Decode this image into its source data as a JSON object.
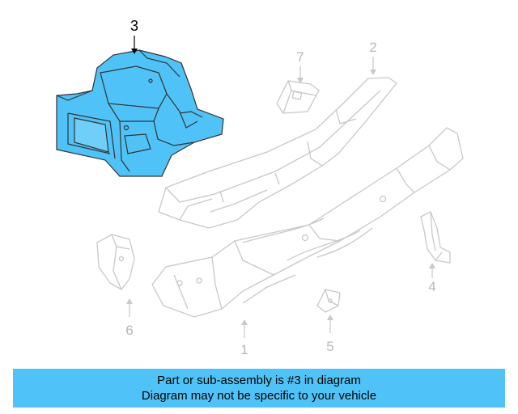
{
  "diagram": {
    "callouts": [
      {
        "id": "3",
        "label": "3",
        "highlighted": true
      },
      {
        "id": "7",
        "label": "7",
        "highlighted": false
      },
      {
        "id": "2",
        "label": "2",
        "highlighted": false
      },
      {
        "id": "6",
        "label": "6",
        "highlighted": false
      },
      {
        "id": "1",
        "label": "1",
        "highlighted": false
      },
      {
        "id": "5",
        "label": "5",
        "highlighted": false
      },
      {
        "id": "4",
        "label": "4",
        "highlighted": false
      }
    ],
    "highlight_color": "#4fc3f7",
    "line_color": "#c8c8c8"
  },
  "banner": {
    "line1": "Part or sub-assembly is #3 in diagram",
    "line2": "Diagram may not be specific to your vehicle",
    "background": "#4fc3f7"
  }
}
